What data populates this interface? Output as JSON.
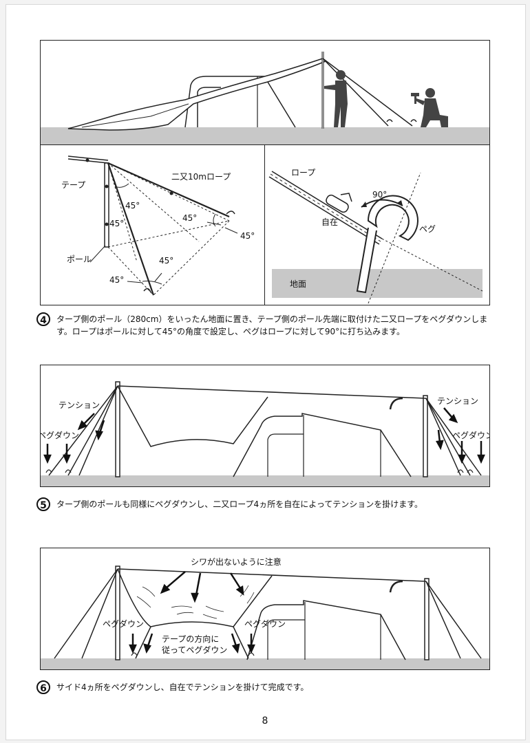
{
  "figure4": {
    "tape_label": "テープ",
    "rope_label": "二又10mロープ",
    "pole_label": "ポール",
    "angle_45": "45°",
    "detail_rope_label": "ロープ",
    "detail_angle_label": "90°",
    "jizai_label": "自在",
    "peg_label": "ペグ",
    "ground_label": "地面"
  },
  "step4": {
    "number": "4",
    "text": "タープ側のポール（280cm）をいったん地面に置き、テープ側のポール先端に取付けた二又ロープをペグダウンします。ロープはポールに対して45°の角度で設定し、ペグはロープに対して90°に打ち込みます。"
  },
  "figure5": {
    "tension_label": "テンション",
    "pegdown_label": "ペグダウン"
  },
  "step5": {
    "number": "5",
    "text": "タープ側のポールも同様にペグダウンし、二又ロープ4ヵ所を自在によってテンションを掛けます。"
  },
  "figure6": {
    "wrinkle_note": "シワが出ないように注意",
    "pegdown_label": "ペグダウン",
    "direction_line1": "テープの方向に",
    "direction_line2": "従ってペグダウン"
  },
  "step6": {
    "number": "6",
    "text": "サイド4ヵ所をペグダウンし、自在でテンションを掛けて完成です。"
  },
  "page_number": "8",
  "colors": {
    "ground": "#c8c8c8",
    "person": "#444444",
    "line": "#222222"
  }
}
